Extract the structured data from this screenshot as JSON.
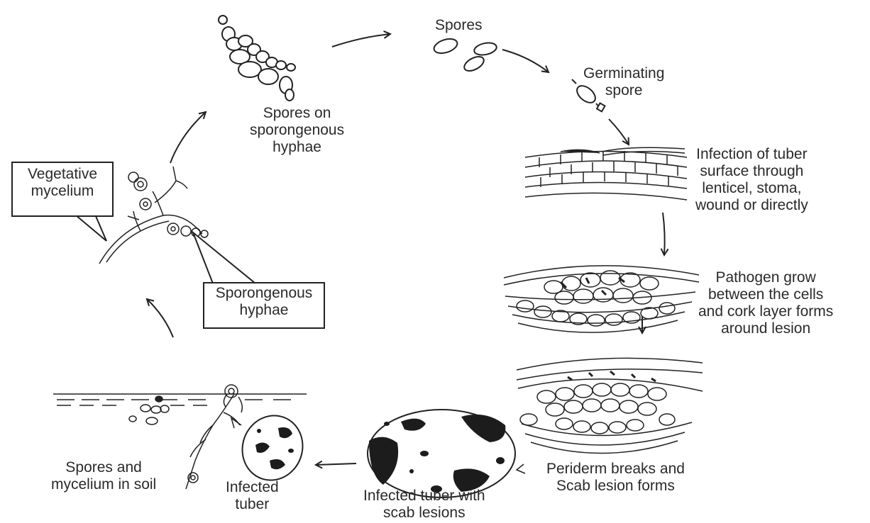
{
  "labels": {
    "spores": "Spores",
    "germinating": [
      "Germinating",
      "spore"
    ],
    "infection": [
      "Infection of tuber",
      "surface through",
      "lenticel, stoma,",
      "wound or directly"
    ],
    "pathogen": [
      "Pathogen grow",
      "between the cells",
      "and cork layer forms",
      "around lesion"
    ],
    "periderm": [
      "Periderm breaks and",
      "Scab lesion forms"
    ],
    "tuber_with_lesions": [
      "Infected tuber with",
      "scab lesions"
    ],
    "infected_tuber": [
      "Infected",
      "tuber"
    ],
    "soil": [
      "Spores and",
      "mycelium in soil"
    ],
    "sporongenous_box": [
      "Sporongenous",
      "hyphae"
    ],
    "vegetative_box": [
      "Vegetative",
      "mycelium"
    ],
    "spores_on_hyphae": [
      "Spores on",
      "sporongenous",
      "hyphae"
    ]
  },
  "icons": {
    "cycle_arrow": "curved-arrow-icon",
    "spore_chain": "spore-chain-icon",
    "spore": "spore-icon",
    "germinating_spore": "germinating-spore-icon",
    "tissue_section": "tuber-tissue-icon",
    "tuber": "tuber-icon",
    "soil": "soil-icon",
    "mycelium": "mycelium-icon"
  },
  "colors": {
    "ink": "#222222",
    "background": "#ffffff"
  }
}
